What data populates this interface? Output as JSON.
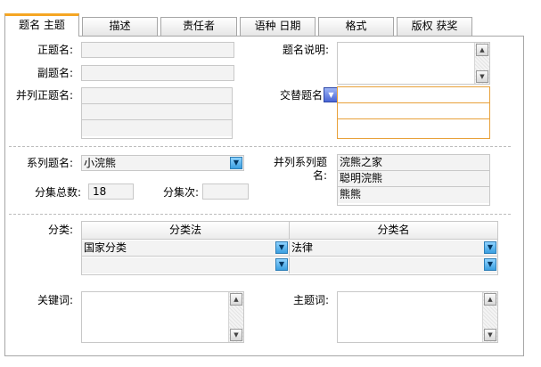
{
  "tabs": [
    {
      "label": "题名 主题",
      "active": true
    },
    {
      "label": "描述",
      "active": false
    },
    {
      "label": "责任者",
      "active": false
    },
    {
      "label": "语种 日期",
      "active": false
    },
    {
      "label": "格式",
      "active": false
    },
    {
      "label": "版权 获奖",
      "active": false
    }
  ],
  "title_section": {
    "main_title_label": "正题名:",
    "main_title_value": "",
    "subtitle_label": "副题名:",
    "subtitle_value": "",
    "parallel_title_label": "并列正题名:",
    "parallel_title_rows": [
      "",
      "",
      ""
    ],
    "title_note_label": "题名说明:",
    "title_note_value": "",
    "alternate_title_label": "交替题名",
    "alternate_title_rows": [
      "",
      "",
      ""
    ]
  },
  "series_section": {
    "series_title_label": "系列题名:",
    "series_title_value": "小浣熊",
    "parallel_series_label_line1": "并列系列题",
    "parallel_series_label_line2": "名:",
    "parallel_series_rows": [
      "浣熊之家",
      "聪明浣熊",
      "熊熊"
    ],
    "total_volumes_label": "分集总数:",
    "total_volumes_value": "18",
    "volume_number_label": "分集次:",
    "volume_number_value": ""
  },
  "classification_section": {
    "label": "分类:",
    "col_method": "分类法",
    "col_name": "分类名",
    "rows": [
      {
        "method": "国家分类",
        "name": "法律"
      },
      {
        "method": "",
        "name": ""
      }
    ]
  },
  "keywords_section": {
    "keywords_label": "关键词:",
    "keywords_value": "",
    "subject_label": "主题词:",
    "subject_value": ""
  },
  "colors": {
    "active_tab_accent": "#f5a623",
    "dropdown_arrow": "#3a9fe0",
    "field_background": "#f3f3f3",
    "border": "#c8c8c8"
  },
  "icons": {
    "dropdown": "chevron-down-icon",
    "scroll_up": "scroll-up-icon",
    "scroll_down": "scroll-down-icon",
    "alt_title_select": "blue-dropdown-icon"
  }
}
